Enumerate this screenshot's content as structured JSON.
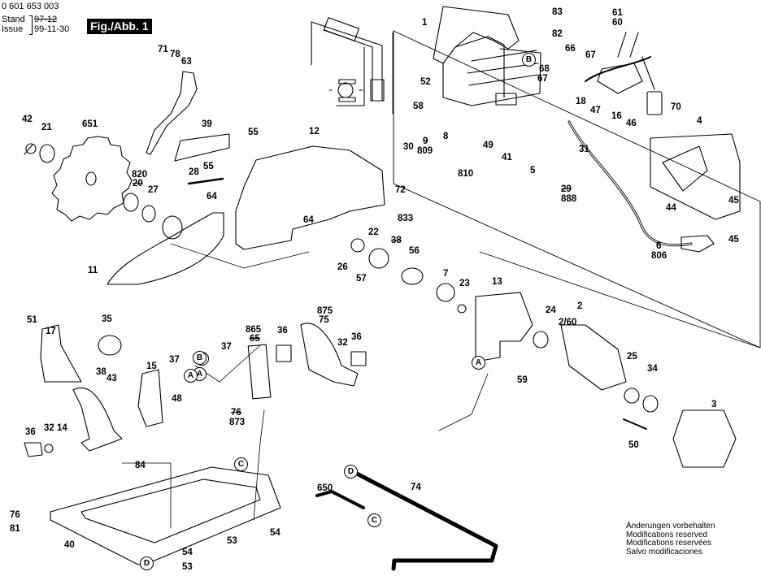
{
  "header": {
    "document_number": "0 601 653 003",
    "stand_label": "Stand",
    "stand_value": "97-12",
    "issue_label": "Issue",
    "issue_value": "99-11-30",
    "figure_label": "Fig./Abb. 1"
  },
  "footer": {
    "lines": [
      "Änderungen vorbehalten",
      "Modifications reserved",
      "Modifications reservées",
      "Salvo modificaciones"
    ]
  },
  "part_labels": [
    {
      "id": "1",
      "text": "1"
    },
    {
      "id": "83",
      "text": "83"
    },
    {
      "id": "82",
      "text": "82"
    },
    {
      "id": "61",
      "text": "61"
    },
    {
      "id": "60",
      "text": "60"
    },
    {
      "id": "66",
      "text": "66"
    },
    {
      "id": "67a",
      "text": "67"
    },
    {
      "id": "68",
      "text": "68"
    },
    {
      "id": "67b",
      "text": "67"
    },
    {
      "id": "71",
      "text": "71"
    },
    {
      "id": "78",
      "text": "78"
    },
    {
      "id": "63",
      "text": "63"
    },
    {
      "id": "52",
      "text": "52"
    },
    {
      "id": "58",
      "text": "58"
    },
    {
      "id": "18",
      "text": "18"
    },
    {
      "id": "47",
      "text": "47"
    },
    {
      "id": "16",
      "text": "16"
    },
    {
      "id": "46",
      "text": "46"
    },
    {
      "id": "70",
      "text": "70"
    },
    {
      "id": "42",
      "text": "42"
    },
    {
      "id": "21",
      "text": "21"
    },
    {
      "id": "651",
      "text": "651"
    },
    {
      "id": "39",
      "text": "39"
    },
    {
      "id": "55a",
      "text": "55"
    },
    {
      "id": "12",
      "text": "12"
    },
    {
      "id": "30",
      "text": "30"
    },
    {
      "id": "9",
      "text": "9"
    },
    {
      "id": "809",
      "text": "809"
    },
    {
      "id": "8",
      "text": "8"
    },
    {
      "id": "49",
      "text": "49"
    },
    {
      "id": "41",
      "text": "41"
    },
    {
      "id": "5",
      "text": "5"
    },
    {
      "id": "31",
      "text": "31"
    },
    {
      "id": "4",
      "text": "4"
    },
    {
      "id": "810",
      "text": "810"
    },
    {
      "id": "29",
      "text": "29"
    },
    {
      "id": "888",
      "text": "888"
    },
    {
      "id": "55b",
      "text": "55"
    },
    {
      "id": "28",
      "text": "28"
    },
    {
      "id": "820",
      "text": "820"
    },
    {
      "id": "20",
      "text": "20"
    },
    {
      "id": "27",
      "text": "27"
    },
    {
      "id": "64a",
      "text": "64"
    },
    {
      "id": "64b",
      "text": "64"
    },
    {
      "id": "72",
      "text": "72"
    },
    {
      "id": "44",
      "text": "44"
    },
    {
      "id": "45a",
      "text": "45"
    },
    {
      "id": "45b",
      "text": "45"
    },
    {
      "id": "833",
      "text": "833"
    },
    {
      "id": "38",
      "text": "38"
    },
    {
      "id": "56",
      "text": "56"
    },
    {
      "id": "22",
      "text": "22"
    },
    {
      "id": "6",
      "text": "6"
    },
    {
      "id": "806",
      "text": "806"
    },
    {
      "id": "11",
      "text": "11"
    },
    {
      "id": "26",
      "text": "26"
    },
    {
      "id": "57",
      "text": "57"
    },
    {
      "id": "7",
      "text": "7"
    },
    {
      "id": "23",
      "text": "23"
    },
    {
      "id": "13",
      "text": "13"
    },
    {
      "id": "2",
      "text": "2"
    },
    {
      "id": "24",
      "text": "24"
    },
    {
      "id": "2_60",
      "text": "2/60"
    },
    {
      "id": "51",
      "text": "51"
    },
    {
      "id": "17",
      "text": "17"
    },
    {
      "id": "35",
      "text": "35"
    },
    {
      "id": "865",
      "text": "865"
    },
    {
      "id": "65",
      "text": "65"
    },
    {
      "id": "36a",
      "text": "36"
    },
    {
      "id": "875",
      "text": "875"
    },
    {
      "id": "75",
      "text": "75"
    },
    {
      "id": "32a",
      "text": "32"
    },
    {
      "id": "36b",
      "text": "36"
    },
    {
      "id": "37a",
      "text": "37"
    },
    {
      "id": "37b",
      "text": "37"
    },
    {
      "id": "15",
      "text": "15"
    },
    {
      "id": "38b",
      "text": "38"
    },
    {
      "id": "43",
      "text": "43"
    },
    {
      "id": "48",
      "text": "48"
    },
    {
      "id": "76b",
      "text": "76"
    },
    {
      "id": "873",
      "text": "873"
    },
    {
      "id": "59",
      "text": "59"
    },
    {
      "id": "25",
      "text": "25"
    },
    {
      "id": "34",
      "text": "34"
    },
    {
      "id": "3",
      "text": "3"
    },
    {
      "id": "50",
      "text": "50"
    },
    {
      "id": "36c",
      "text": "36"
    },
    {
      "id": "32b",
      "text": "32"
    },
    {
      "id": "14",
      "text": "14"
    },
    {
      "id": "84",
      "text": "84"
    },
    {
      "id": "650",
      "text": "650"
    },
    {
      "id": "74",
      "text": "74"
    },
    {
      "id": "76",
      "text": "76"
    },
    {
      "id": "81",
      "text": "81"
    },
    {
      "id": "40",
      "text": "40"
    },
    {
      "id": "53a",
      "text": "53"
    },
    {
      "id": "54a",
      "text": "54"
    },
    {
      "id": "54b",
      "text": "54"
    },
    {
      "id": "53b",
      "text": "53"
    }
  ],
  "reference_markers": [
    {
      "id": "B1",
      "text": "B"
    },
    {
      "id": "B2",
      "text": "B"
    },
    {
      "id": "A1",
      "text": "A"
    },
    {
      "id": "A2",
      "text": "A"
    },
    {
      "id": "A3",
      "text": "A"
    },
    {
      "id": "B3",
      "text": "B"
    },
    {
      "id": "C1",
      "text": "C"
    },
    {
      "id": "C2",
      "text": "C"
    },
    {
      "id": "D1",
      "text": "D"
    },
    {
      "id": "D2",
      "text": "D"
    }
  ]
}
